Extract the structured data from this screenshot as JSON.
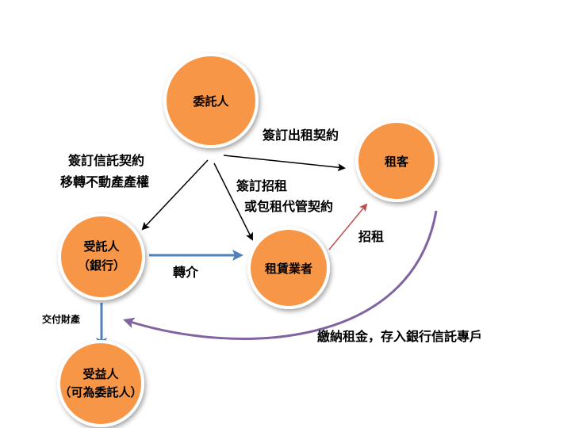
{
  "nodes": {
    "trustor": {
      "lines": [
        "委託人"
      ]
    },
    "tenant": {
      "lines": [
        "租客"
      ]
    },
    "trustee": {
      "lines": [
        "受託人",
        "（銀行）"
      ]
    },
    "leasing_agent": {
      "lines": [
        "租賃業者"
      ]
    },
    "beneficiary": {
      "lines": [
        "受益人",
        "（可為委託人）"
      ]
    }
  },
  "edges": {
    "sign_lease": {
      "lines": [
        "簽訂出租契約"
      ]
    },
    "sign_trust": {
      "lines": [
        "簽訂信託契約",
        "移轉不動產產權"
      ]
    },
    "sign_rental": {
      "lines": [
        "簽訂招租",
        "或包租代管契約"
      ]
    },
    "recruit": {
      "lines": [
        "招租"
      ]
    },
    "referral": {
      "lines": [
        "轉介"
      ]
    },
    "deliver_property": {
      "lines": [
        "交付財產"
      ]
    },
    "pay_rent": {
      "lines": [
        "繳納租金，存入銀行信託專戶"
      ]
    }
  },
  "colors": {
    "node_fill": "#f79646",
    "black_arrow": "#000000",
    "blue_arrow": "#4f81bd",
    "red_arrow": "#c0504d",
    "purple_arrow": "#8064a2"
  }
}
